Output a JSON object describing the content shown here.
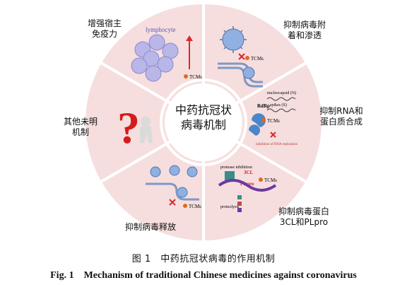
{
  "center": {
    "title": "中药抗冠状\n病毒机制"
  },
  "segments": {
    "immunity": {
      "label": "增强宿主\n免疫力",
      "lymphocyte": "lymphocyte",
      "tcms": "TCMs"
    },
    "attachment": {
      "label": "抑制病毒附\n着和渗透",
      "tcms": "TCMs"
    },
    "rna_protein": {
      "label": "抑制RNA和\n蛋白质合成",
      "nucleocapsid": "nucleocapsid (N)",
      "spikes": "spikes (S)",
      "rdrp": "RdRp",
      "tcms": "TCMs",
      "inhibition": "inhibition of\nRNA replication"
    },
    "protease": {
      "label": "抑制病毒蛋白\n3CL和PLpro",
      "protease_inhibition": "protease\ninhibition",
      "cl3": "3CL",
      "plpro": "PLpro",
      "tcms": "TCMs",
      "proteolysis": "proteolysis"
    },
    "release": {
      "label": "抑制病毒释放",
      "tcms": "TCMs"
    },
    "unknown": {
      "label": "其他未明\n机制"
    }
  },
  "caption": {
    "zh": "图 1　中药抗冠状病毒的作用机制",
    "en": "Fig. 1　Mechanism of traditional Chinese medicines against coronavirus"
  },
  "colors": {
    "ring": "#f6dede",
    "center": "#ffffff",
    "lymphocyte": "#b9b6e8",
    "virus": "#8fb0e0",
    "tcms_dot": "#e0691c",
    "arrow": "#d92a2a",
    "question": "#d51b1b"
  }
}
